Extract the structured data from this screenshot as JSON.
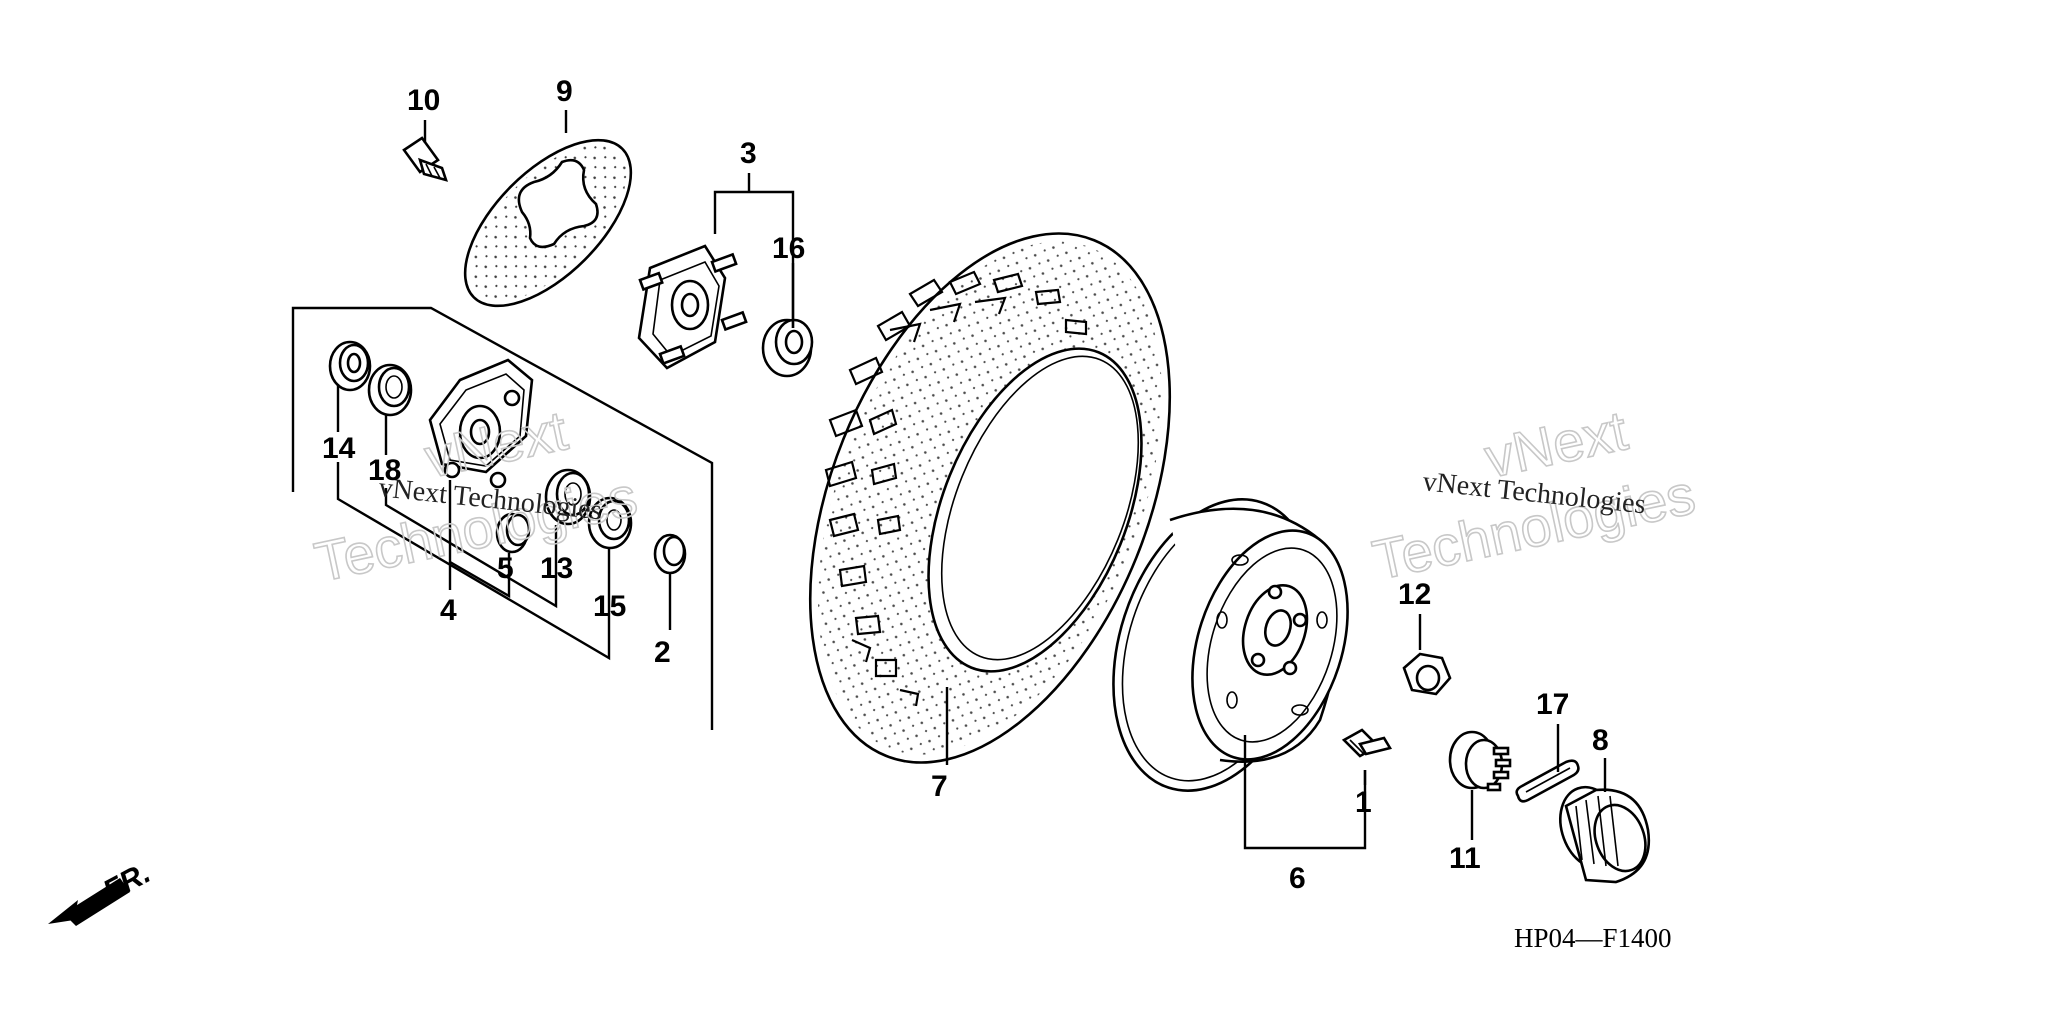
{
  "diagram_code": "HP04—F1400",
  "direction_label": "FR.",
  "watermark": {
    "line1": "vNext Technologies",
    "line2": "vNext",
    "line3": "Technologies"
  },
  "callouts": {
    "c1": "1",
    "c2": "2",
    "c3": "3",
    "c4": "4",
    "c5": "5",
    "c6": "6",
    "c7": "7",
    "c8": "8",
    "c9": "9",
    "c10": "10",
    "c11": "11",
    "c12": "12",
    "c13": "13",
    "c14": "14",
    "c15": "15",
    "c16": "16",
    "c17": "17",
    "c18": "18"
  }
}
